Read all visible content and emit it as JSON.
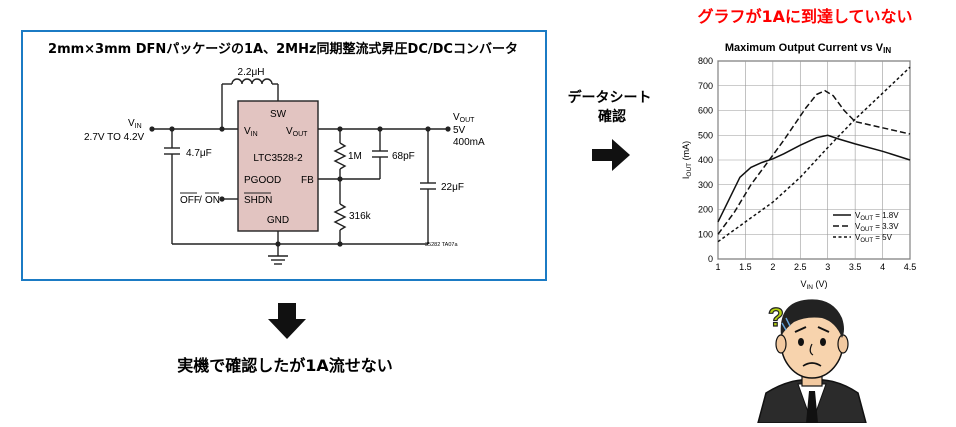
{
  "schematic": {
    "title": "2mm×3mm DFNパッケージの1A、2MHz同期整流式昇圧DC/DCコンバータ",
    "inductor": "2.2μH",
    "vin_sub": "IN",
    "vin_range": "2.7V TO 4.2V",
    "cin": "4.7μF",
    "chip_name": "LTC3528-2",
    "pin_sw": "SW",
    "pin_vin_sub": "IN",
    "pin_vout_sub": "OUT",
    "pin_pgood": "PGOOD",
    "pin_fb": "FB",
    "pin_shdn": "SHDN",
    "pin_gnd": "GND",
    "off_on_off": "OFF",
    "off_on_on": "ON",
    "r_top": "1M",
    "c_ff": "68pF",
    "r_bottom": "316k",
    "vout_sub": "OUT",
    "vout_v": "5V",
    "vout_i": "400mA",
    "cout": "22μF",
    "code": "35282 TA07a"
  },
  "arrow_right_label": "データシート\n確認",
  "arrow_down_label": "実機で確認したが1A流せない",
  "chart_callout": "グラフが1Aに到達していない",
  "chart_data": {
    "type": "line",
    "title": "Maximum Output Current vs V",
    "title_sub": "IN",
    "ylabel": "I",
    "ylabel_sub": "OUT",
    "ylabel_unit": " (mA)",
    "xlabel": "V",
    "xlabel_sub": "IN",
    "xlabel_unit": " (V)",
    "xlim": [
      1,
      4.5
    ],
    "ylim": [
      0,
      800
    ],
    "x_ticks": [
      "1",
      "1.5",
      "2",
      "2.5",
      "3",
      "3.5",
      "4",
      "4.5"
    ],
    "y_ticks": [
      "0",
      "100",
      "200",
      "300",
      "400",
      "500",
      "600",
      "700",
      "800"
    ],
    "grid": true,
    "legend_position": "bottom-right",
    "series": [
      {
        "name": "V",
        "name_sub": "OUT",
        "name_val": " = 1.8V",
        "dash": "solid",
        "x": [
          1,
          1.2,
          1.4,
          1.6,
          1.8,
          2.0,
          2.2,
          2.5,
          2.8,
          3.0,
          3.2,
          3.5,
          4.0,
          4.5
        ],
        "y": [
          150,
          240,
          330,
          370,
          390,
          405,
          425,
          460,
          490,
          500,
          485,
          465,
          435,
          400
        ]
      },
      {
        "name": "V",
        "name_sub": "OUT",
        "name_val": " = 3.3V",
        "dash": "long",
        "x": [
          1,
          1.3,
          1.6,
          1.8,
          2.0,
          2.2,
          2.4,
          2.6,
          2.8,
          2.95,
          3.1,
          3.3,
          3.5,
          4.0,
          4.5
        ],
        "y": [
          100,
          190,
          300,
          360,
          420,
          480,
          545,
          610,
          665,
          680,
          660,
          600,
          555,
          530,
          505
        ]
      },
      {
        "name": "V",
        "name_sub": "OUT",
        "name_val": " = 5V",
        "dash": "short",
        "x": [
          1,
          1.5,
          2.0,
          2.5,
          3.0,
          3.5,
          4.0,
          4.5
        ],
        "y": [
          70,
          150,
          230,
          330,
          450,
          565,
          670,
          775
        ]
      }
    ]
  }
}
